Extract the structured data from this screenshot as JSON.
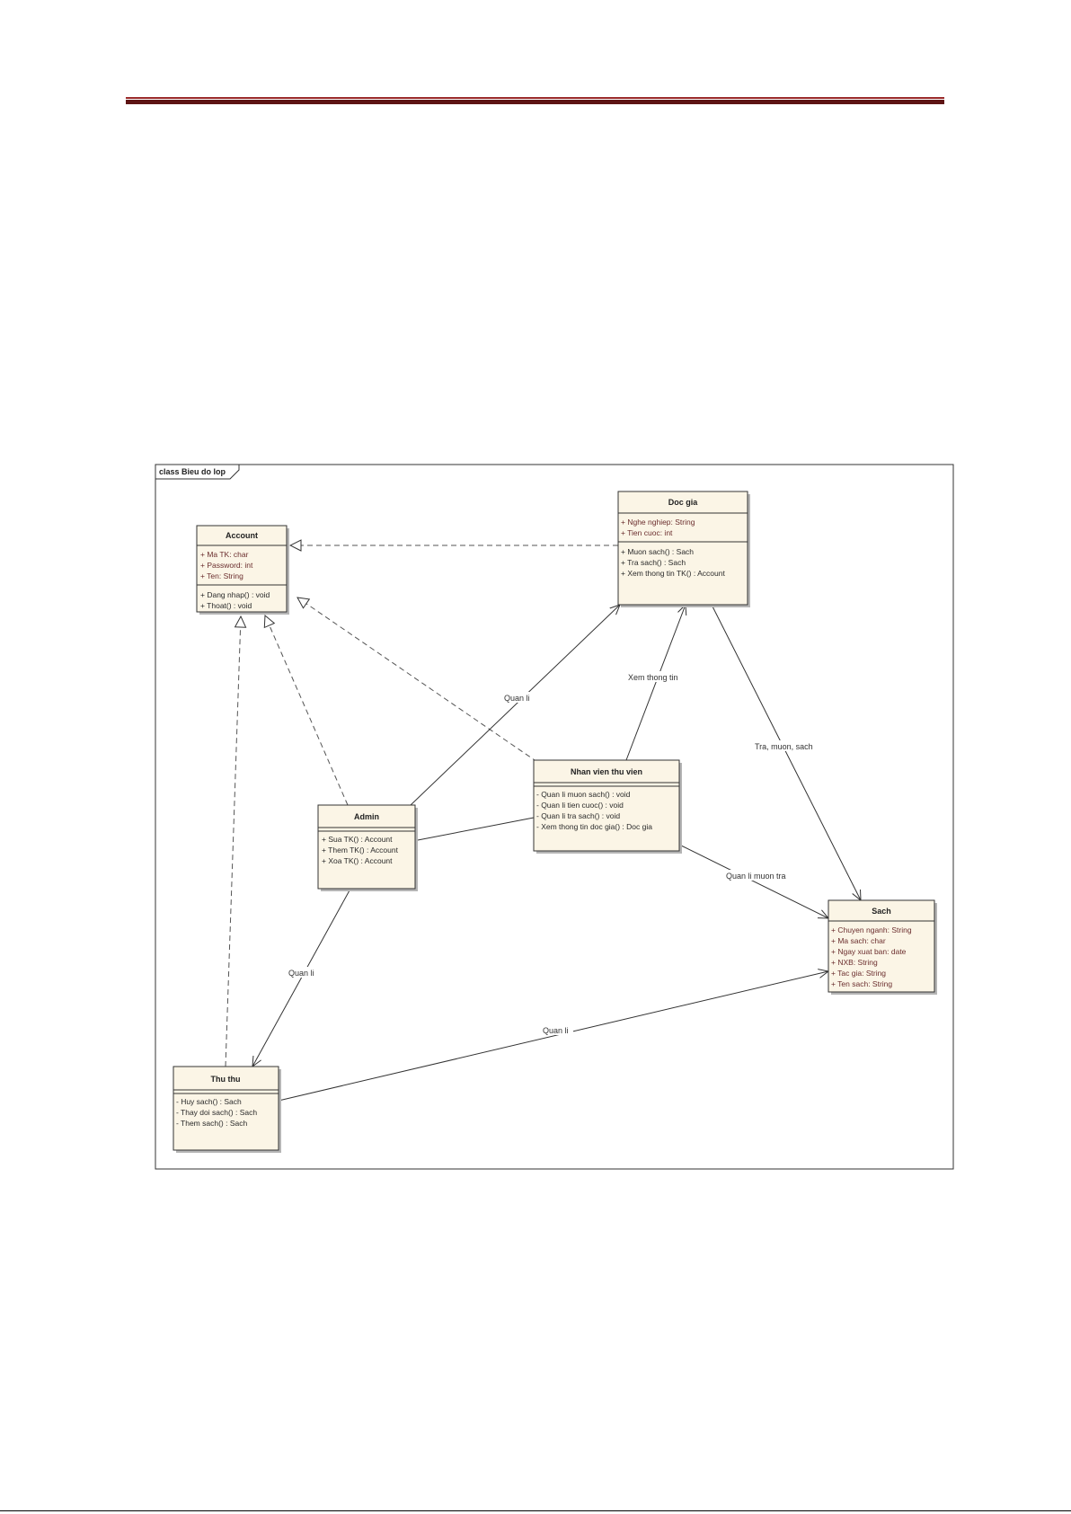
{
  "frame": {
    "label": "class Bieu do lop"
  },
  "classes": {
    "account": {
      "name": "Account",
      "attributes": [
        "+    Ma TK:  char",
        "+    Password:  int",
        "+    Ten:  String"
      ],
      "operations": [
        "+    Dang nhap() : void",
        "+    Thoat() : void"
      ]
    },
    "docgia": {
      "name": "Doc gia",
      "attributes": [
        "+    Nghe nghiep:  String",
        "+    Tien cuoc:  int"
      ],
      "operations": [
        "+    Muon sach() : Sach",
        "+    Tra sach() : Sach",
        "+    Xem thong tin TK() : Account"
      ]
    },
    "nhanvien": {
      "name": "Nhan vien thu vien",
      "operations": [
        "-    Quan li muon sach() : void",
        "-    Quan li tien cuoc() : void",
        "-    Quan li tra sach() : void",
        "-    Xem thong tin doc gia() : Doc gia"
      ]
    },
    "admin": {
      "name": "Admin",
      "operations": [
        "+    Sua TK() : Account",
        "+    Them TK() : Account",
        "+    Xoa TK() : Account"
      ]
    },
    "sach": {
      "name": "Sach",
      "attributes": [
        "+    Chuyen nganh:  String",
        "+    Ma sach:  char",
        "+    Ngay xuat ban:  date",
        "+    NXB:  String",
        "+    Tac gia:  String",
        "+    Ten sach:  String"
      ]
    },
    "thuthu": {
      "name": "Thu thu",
      "operations": [
        "-    Huy sach() : Sach",
        "-    Thay doi sach() : Sach",
        "-    Them sach() : Sach"
      ]
    }
  },
  "edges": {
    "admin_docgia": "Quan li",
    "nhanvien_docgia": "Xem thong tin",
    "docgia_sach": "Tra, muon, sach",
    "nhanvien_sach": "Quan li muon tra",
    "admin_thuthu": "Quan li",
    "thuthu_sach": "Quan li"
  },
  "colors": {
    "box_fill": "#fbf5e6",
    "box_stroke": "#333333",
    "shadow": "#b5b5b5",
    "header_rule": "#7a1c1c"
  }
}
